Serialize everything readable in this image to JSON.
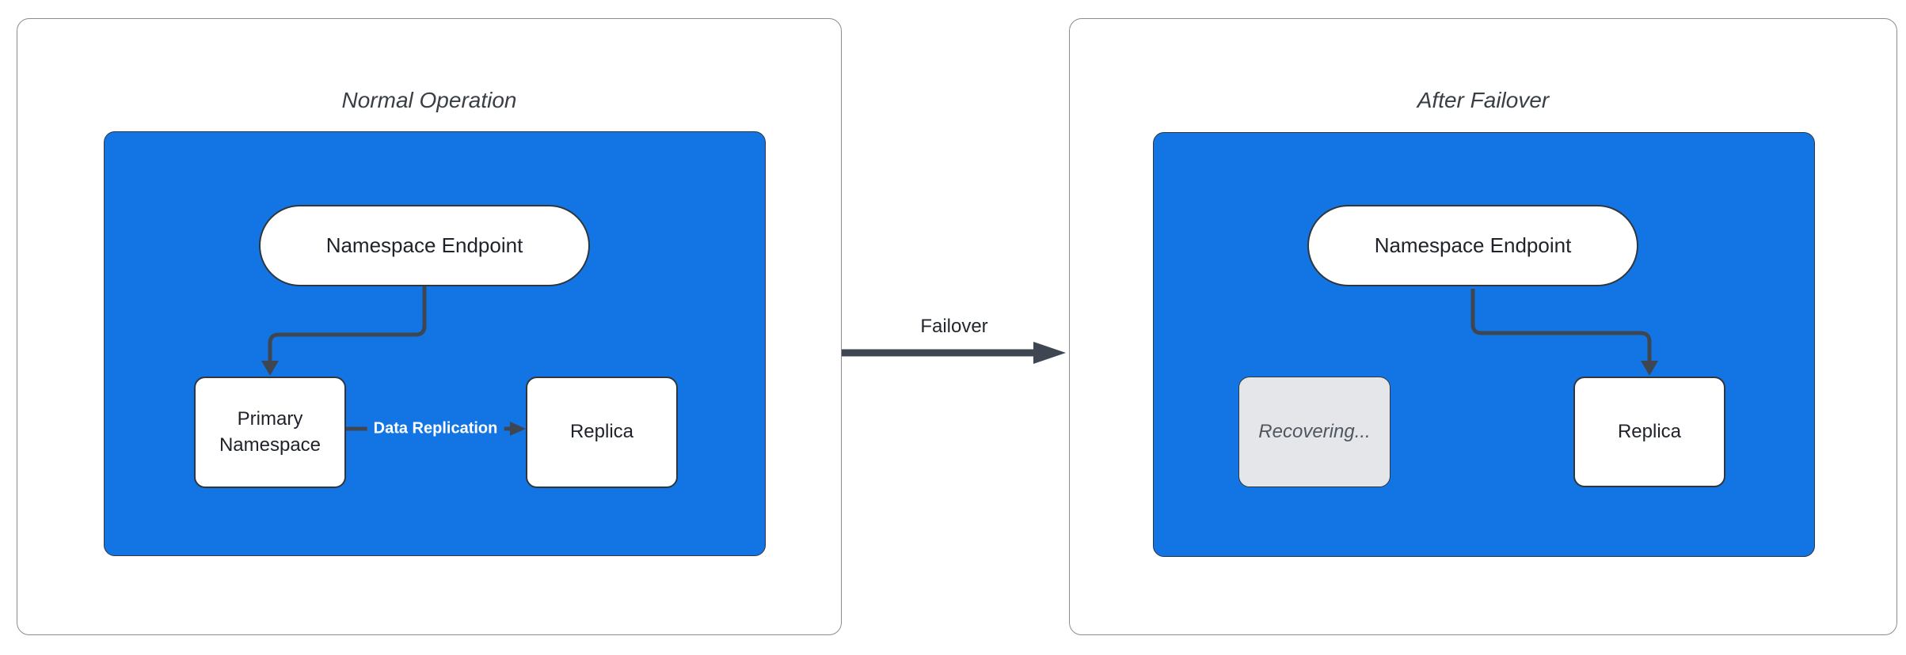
{
  "colors": {
    "container_fill": "#1375E3",
    "connector": "#3E4751",
    "node_border": "#2F363E",
    "panel_border": "#8C8C8C",
    "node_fill": "#FFFFFF",
    "recovering_fill": "#E4E6E9",
    "recovering_text": "#50565F",
    "title_text": "#3A3F45",
    "node_text": "#20242A",
    "replication_text": "#FFFFFF"
  },
  "left_panel": {
    "title": "Normal Operation",
    "endpoint_label": "Namespace Endpoint",
    "primary_label": "Primary Namespace",
    "replica_label": "Replica",
    "replication_label": "Data Replication"
  },
  "right_panel": {
    "title": "After Failover",
    "endpoint_label": "Namespace Endpoint",
    "recovering_label": "Recovering...",
    "replica_label": "Replica"
  },
  "failover_label": "Failover"
}
